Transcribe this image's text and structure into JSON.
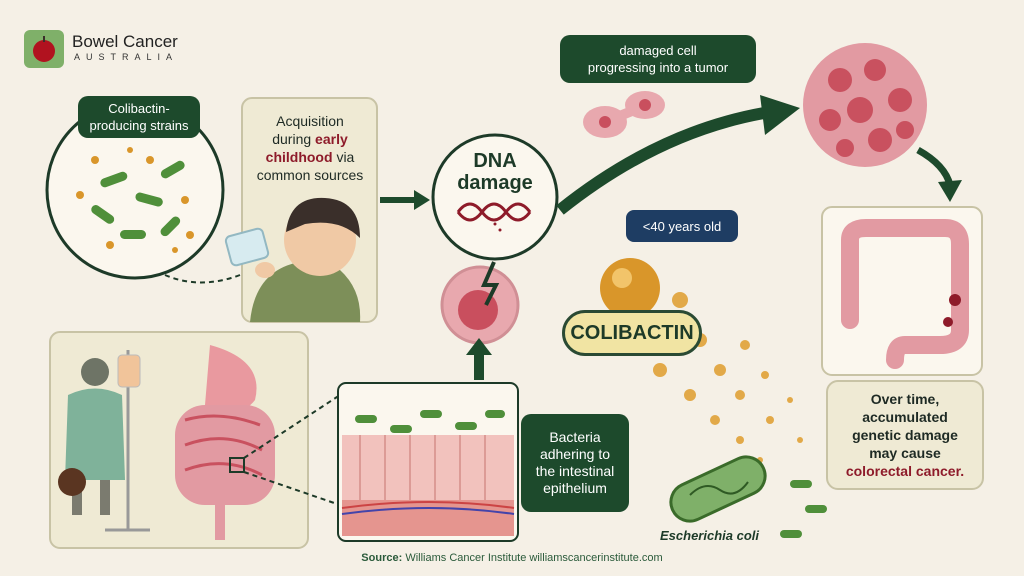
{
  "logo": {
    "title": "Bowel Cancer",
    "subtitle": "AUSTRALIA"
  },
  "labels": {
    "strains": "Colibactin-\nproducing strains",
    "acquisition_1": "Acquisition",
    "acquisition_2": "during",
    "acquisition_early": "early",
    "acquisition_childhood": "childhood",
    "acquisition_via": "via",
    "acquisition_3": "common sources",
    "dna": "DNA",
    "damage": "damage",
    "tumor": "damaged cell\nprogressing into a tumor",
    "age": "<40 years old",
    "colibactin": "COLIBACTIN",
    "bacteria": "Bacteria\nadhering to\nthe intestinal\nepithelium",
    "ecoli": "Escherichia coli",
    "overtime_1": "Over time,",
    "overtime_2": "accumulated",
    "overtime_3": "genetic damage",
    "overtime_4": "may cause",
    "overtime_red": "colorectal cancer."
  },
  "source": {
    "prefix": "Source:",
    "text": "Williams Cancer Institute williamscancerinstitute.com"
  },
  "colors": {
    "dark_green": "#1d4a2c",
    "navy": "#1e3d63",
    "red_text": "#8e1b2a",
    "background": "#f5f0e6"
  }
}
